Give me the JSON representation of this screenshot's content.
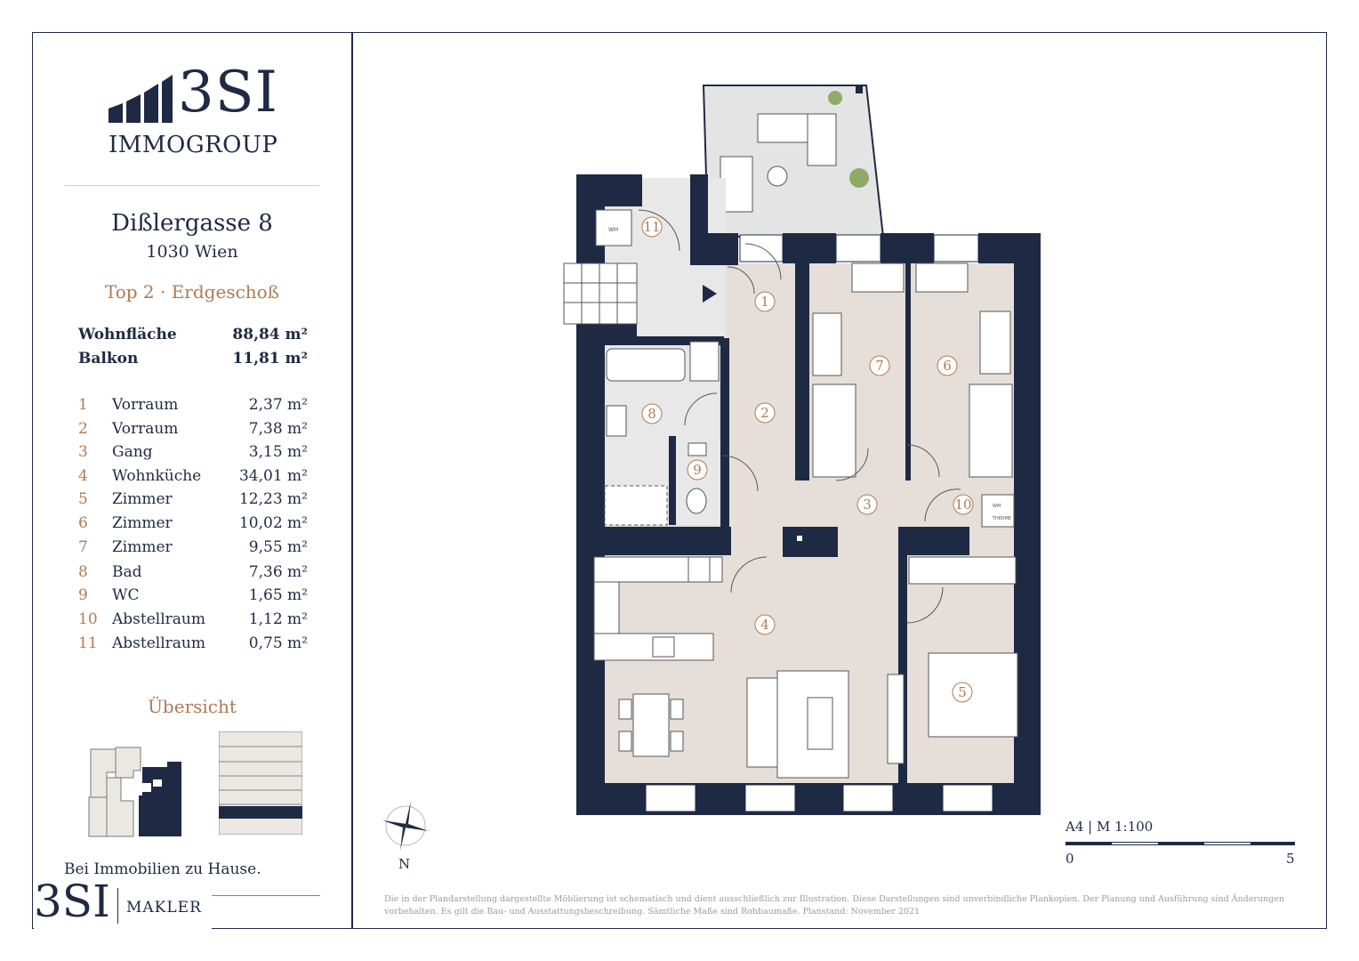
{
  "brand": {
    "logo_word": "3SI",
    "logo_sub": "IMMOGROUP",
    "bottom_logo_word": "3SI",
    "bottom_logo_sub": "MAKLER",
    "tagline": "Bei Immobilien zu Hause."
  },
  "address": {
    "street": "Dißlergasse 8",
    "city": "1030 Wien",
    "unit": "Top 2 · Erdgeschoß"
  },
  "areas": [
    {
      "label": "Wohnfläche",
      "value": "88,84 m²"
    },
    {
      "label": "Balkon",
      "value": "11,81 m²"
    }
  ],
  "rooms": [
    {
      "num": "1",
      "name": "Vorraum",
      "area": "2,37 m²"
    },
    {
      "num": "2",
      "name": "Vorraum",
      "area": "7,38 m²"
    },
    {
      "num": "3",
      "name": "Gang",
      "area": "3,15 m²"
    },
    {
      "num": "4",
      "name": "Wohnküche",
      "area": "34,01 m²"
    },
    {
      "num": "5",
      "name": "Zimmer",
      "area": "12,23 m²"
    },
    {
      "num": "6",
      "name": "Zimmer",
      "area": "10,02 m²"
    },
    {
      "num": "7",
      "name": "Zimmer",
      "area": "9,55 m²"
    },
    {
      "num": "8",
      "name": "Bad",
      "area": "7,36 m²"
    },
    {
      "num": "9",
      "name": "WC",
      "area": "1,65 m²"
    },
    {
      "num": "10",
      "name": "Abstellraum",
      "area": "1,12 m²"
    },
    {
      "num": "11",
      "name": "Abstellraum",
      "area": "0,75 m²"
    }
  ],
  "overview_title": "Übersicht",
  "plan_labels": {
    "wm1": "WM",
    "wm2": "WM",
    "therme": "THERME",
    "north": "N"
  },
  "scale": {
    "label": "A4 | M 1:100",
    "start": "0",
    "end": "5"
  },
  "disclaimer": "Die in der Plandarstellung dargestellte Möblierung ist schematisch und dient ausschließlich zur Illustration. Diese Darstellungen sind unverbindliche Plankopien. Der Planung und Ausführung sind Änderungen vorbehalten. Es gilt die Bau- und Ausstattungsbeschreibung. Sämtliche Maße sind Rohbaumaße. Planstand: November 2021",
  "colors": {
    "navy": "#1e2a44",
    "accent": "#b07a52",
    "floor": "#e6dfd9",
    "tile": "#e8e8e8"
  }
}
